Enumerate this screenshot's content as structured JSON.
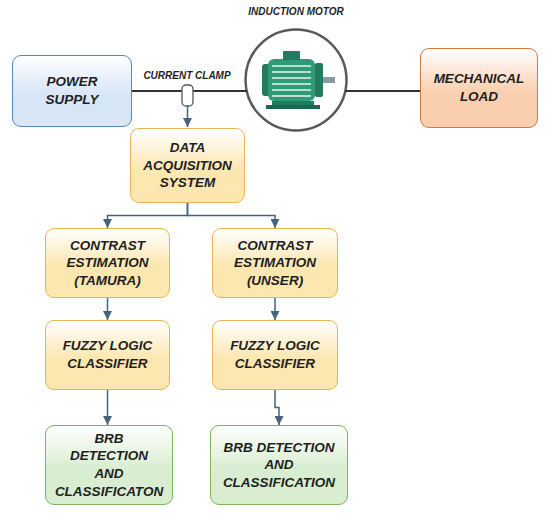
{
  "diagram": {
    "nodes": [
      {
        "text": [
          "POWER SUPPLY"
        ]
      },
      {
        "text": [
          "INDUCTION MOTOR"
        ]
      },
      {
        "text": [
          "MECHANICAL LOAD"
        ]
      },
      {
        "text": [
          "DATA ACQUISITION SYSTEM"
        ]
      },
      {
        "text": [
          "CONTRAST ESTIMATION (TAMURA)"
        ]
      },
      {
        "text": [
          "CONTRAST ESTIMATION (UNSER)"
        ]
      },
      {
        "text": [
          "FUZZY LOGIC CLASSIFIER"
        ]
      },
      {
        "text": [
          "FUZZY LOGIC CLASSIFIER"
        ]
      },
      {
        "text": [
          "BRB DETECTION AND CLASSIFICATON"
        ]
      },
      {
        "text": [
          "BRB DETECTION AND CLASSIFICATION"
        ]
      }
    ],
    "edges": [
      {
        "from": 0,
        "to": 1,
        "arrow": "none"
      },
      {
        "from": 1,
        "to": 2,
        "arrow": "none"
      },
      {
        "from": 3,
        "to": 4,
        "arrow": "to"
      },
      {
        "from": 3,
        "to": 5,
        "arrow": "to"
      },
      {
        "from": 4,
        "to": 6,
        "arrow": "to"
      },
      {
        "from": 5,
        "to": 7,
        "arrow": "to"
      },
      {
        "from": 6,
        "to": 8,
        "arrow": "to"
      },
      {
        "from": 7,
        "to": 9,
        "arrow": "to"
      }
    ],
    "labels": [
      "CURRENT CLAMP"
    ]
  }
}
